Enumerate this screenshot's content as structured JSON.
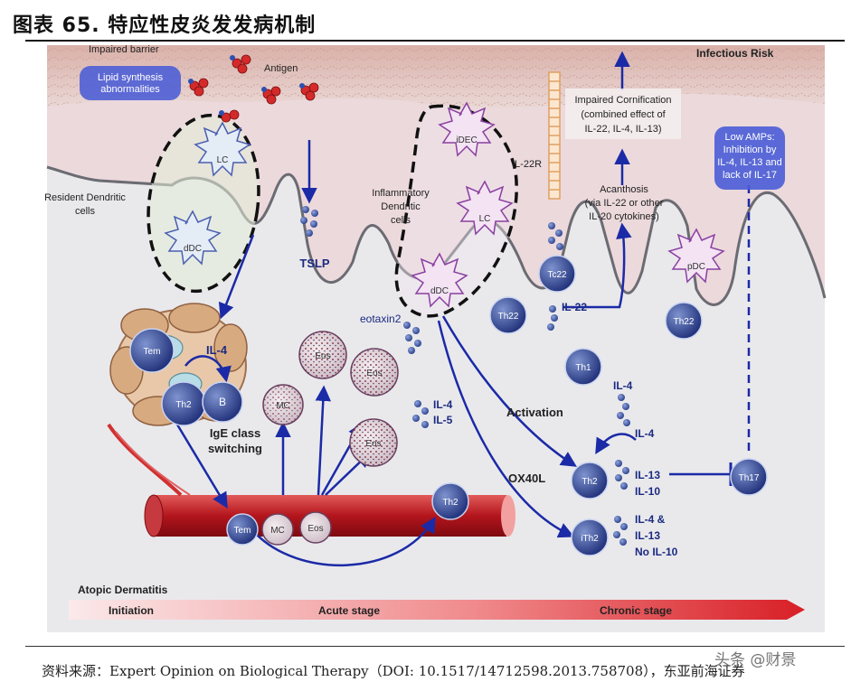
{
  "header": {
    "title": "图表 65. 特应性皮炎发发病机制"
  },
  "footer": {
    "source": "资料来源：Expert Opinion on Biological Therapy（DOI: 10.1517/14712598.2013.758708），东亚前海证券",
    "watermark": "头条 @财景"
  },
  "diagram": {
    "labels": {
      "impaired_barrier": "Impaired barrier",
      "lipid_1": "Lipid synthesis",
      "lipid_2": "abnormalities",
      "antigen": "Antigen",
      "infectious_risk": "Infectious Risk",
      "resident_dc_1": "Resident Dendritic",
      "resident_dc_2": "cells",
      "tslp": "TSLP",
      "inflam_dc_1": "Inflammatory",
      "inflam_dc_2": "Dendritic",
      "inflam_dc_3": "cells",
      "il22r": "IL-22R",
      "impaired_corn_1": "Impaired Cornification",
      "impaired_corn_2": "(combined effect of",
      "impaired_corn_3": "IL-22, IL-4, IL-13)",
      "acanthosis_1": "Acanthosis",
      "acanthosis_2": "(via IL-22 or other",
      "acanthosis_3": "IL-20 cytokines)",
      "low_amps_1": "Low AMPs:",
      "low_amps_2": "Inhibition by",
      "low_amps_3": "IL-4, IL-13 and",
      "low_amps_4": "lack of IL-17",
      "eotaxin2": "eotaxin2",
      "il22_arrow": "IL-22",
      "il4_node": "IL-4",
      "ige_1": "IgE class",
      "ige_2": "switching",
      "il4_il5_a": "IL-4",
      "il4_il5_b": "IL-5",
      "activation": "Activation",
      "ox40l": "OX40L",
      "il4_top": "IL-4",
      "th2_cyto_1": "IL-4",
      "th2_cyto_2": "IL-13",
      "th2_cyto_3": "IL-10",
      "ith2_cyto_1": "IL-4 &",
      "ith2_cyto_2": "IL-13",
      "ith2_cyto_3": "No IL-10",
      "atopic": "Atopic Dermatitis",
      "initiation": "Initiation",
      "acute": "Acute stage",
      "chronic": "Chronic stage"
    },
    "cells": {
      "lc1": "LC",
      "ddc1": "dDC",
      "idec": "iDEC",
      "lc2": "LC",
      "ddc2": "dDC",
      "pdc": "pDC",
      "tem": "Tem",
      "th2_node": "Th2",
      "b": "B",
      "mc": "MC",
      "eos": "Eos",
      "vessel_tem": "Tem",
      "vessel_mc": "MC",
      "vessel_eos": "Eos",
      "th2_mid": "Th2",
      "tc22": "Tc22",
      "th22_a": "Th22",
      "th22_b": "Th22",
      "th1": "Th1",
      "th2_right": "Th2",
      "th17": "Th17",
      "ith2": "iTh2"
    }
  }
}
